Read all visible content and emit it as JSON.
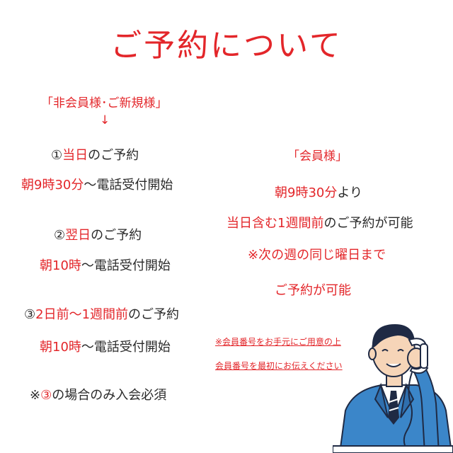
{
  "title": "ご予約について",
  "left": {
    "header": "「非会員様･ご新規様」",
    "arrow": "↓",
    "items": [
      {
        "heading": {
          "num": "①",
          "red": "当日",
          "rest": "のご予約"
        },
        "time": {
          "red": "朝9時30分",
          "rest": "～電話受付開始"
        }
      },
      {
        "heading": {
          "num": "②",
          "red": "翌日",
          "rest": "のご予約"
        },
        "time": {
          "red": "朝10時",
          "rest": "～電話受付開始"
        }
      },
      {
        "heading": {
          "num": "③",
          "red": "2日前～1週間前",
          "rest": "のご予約"
        },
        "time": {
          "red": "朝10時",
          "rest": "～電話受付開始"
        }
      }
    ],
    "footnote": {
      "prefix": "※",
      "red": "③",
      "rest": "の場合のみ入会必須"
    }
  },
  "right": {
    "header": "「会員様」",
    "line1": {
      "red": "朝9時30分",
      "rest": "より"
    },
    "line2": {
      "red": "当日含む1週間前",
      "rest": "のご予約が可能"
    },
    "line3": "※次の週の同じ曜日まで",
    "line4": "ご予約が可能",
    "note1": "※会員番号をお手元にご用意の上",
    "note2": "会員番号を最初にお伝えください"
  },
  "colors": {
    "accent": "#e3262a",
    "text": "#2a2a2a",
    "suit": "#3b86c9",
    "skin": "#f6d5b8"
  },
  "icons": {
    "figure": "businessman-phone-illustration"
  }
}
